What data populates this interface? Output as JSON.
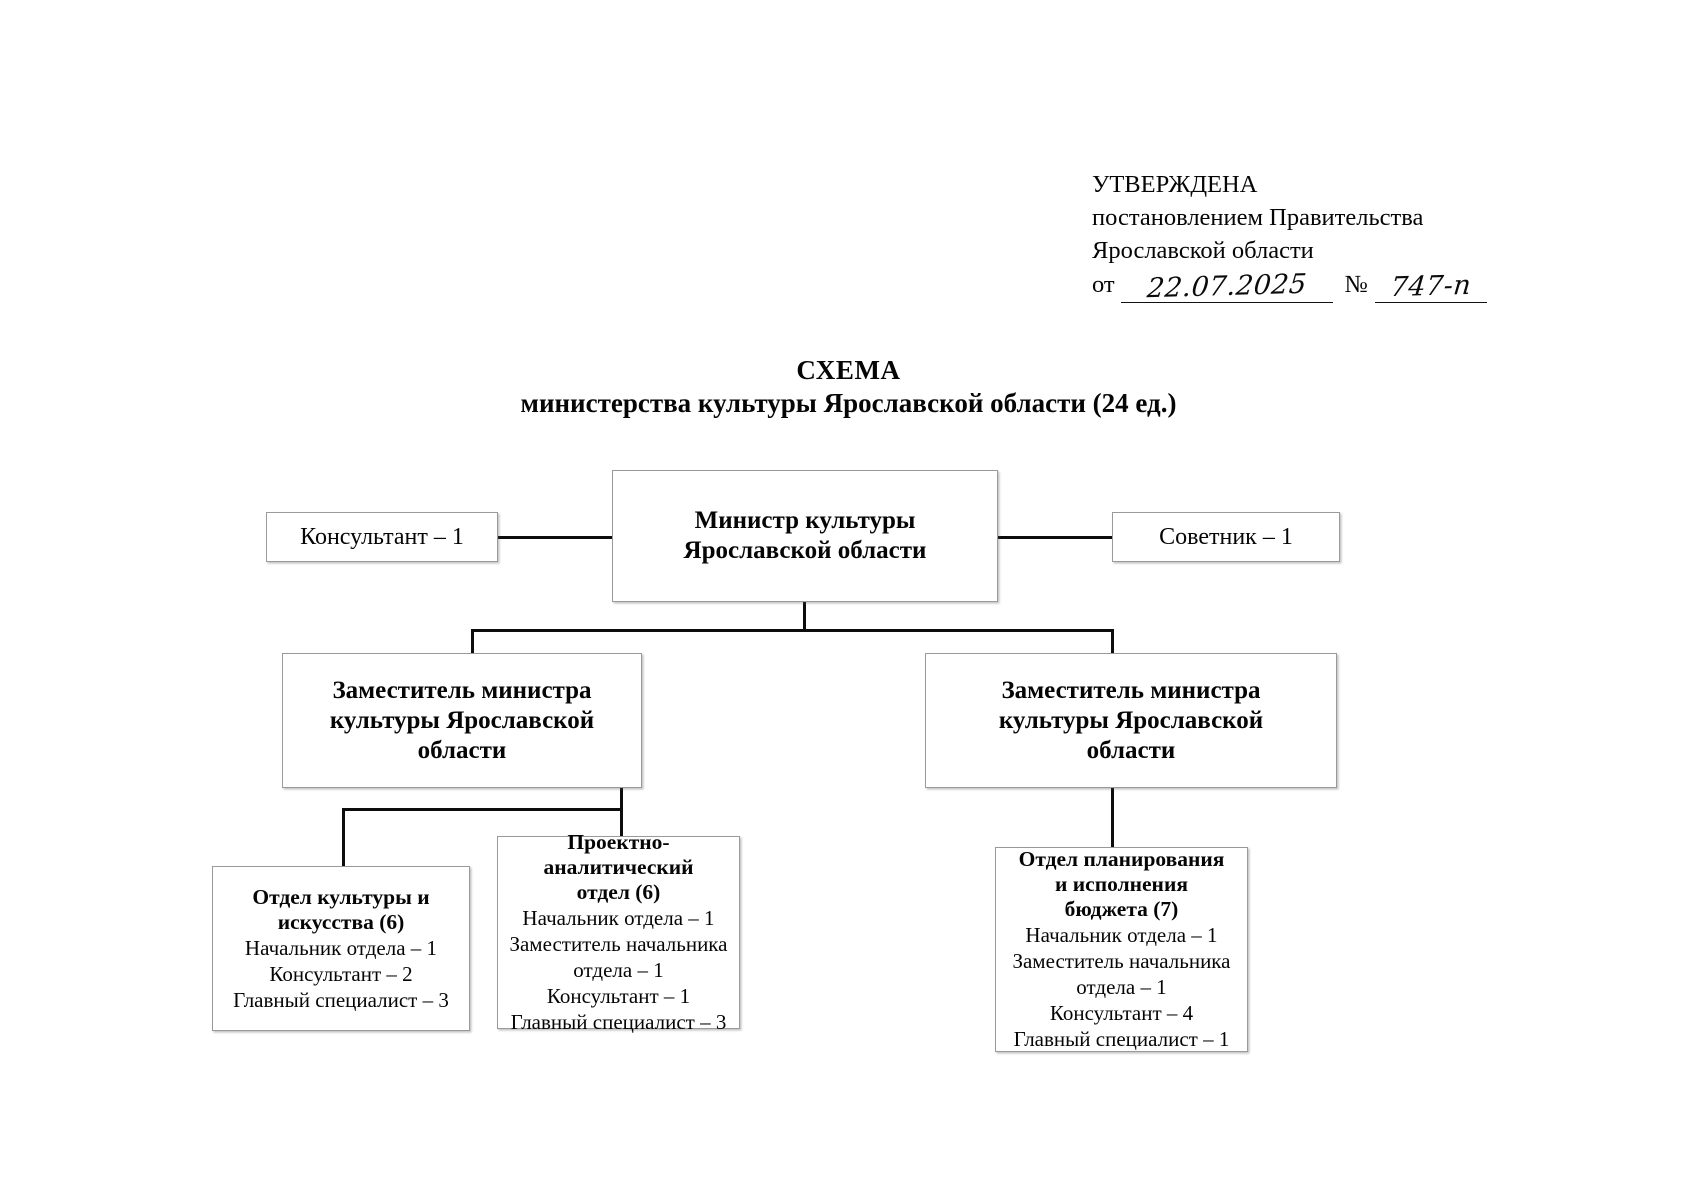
{
  "approval": {
    "line1": "УТВЕРЖДЕНА",
    "line2": "постановлением Правительства",
    "line3": "Ярославской области",
    "from_label": "от",
    "date_value": "22.07.2025",
    "number_label": "№",
    "number_value": "747-п"
  },
  "title": "СХЕМА",
  "subtitle": "министерства культуры Ярославской области (24 ед.)",
  "chart_data": {
    "type": "diagram",
    "title": "СХЕМА министерства культуры Ярославской области (24 ед.)",
    "total_units": "24 ед.",
    "nodes": [
      {
        "id": "minister",
        "heading_line1": "Министр культуры",
        "heading_line2": "Ярославской области",
        "level": 0
      },
      {
        "id": "consultant",
        "heading_line1": "Консультант – 1",
        "level": 0
      },
      {
        "id": "advisor",
        "heading_line1": "Советник – 1",
        "level": 0
      },
      {
        "id": "deputy-1",
        "heading_line1": "Заместитель министра",
        "heading_line2": "культуры Ярославской",
        "heading_line3": "области",
        "level": 1
      },
      {
        "id": "deputy-2",
        "heading_line1": "Заместитель министра",
        "heading_line2": "культуры Ярославской",
        "heading_line3": "области",
        "level": 1
      },
      {
        "id": "dept-culture",
        "heading_line1": "Отдел культуры и",
        "heading_line2": "искусства (6)",
        "level": 2,
        "roles": [
          "Начальник отдела – 1",
          "Консультант – 2",
          "Главный специалист – 3"
        ]
      },
      {
        "id": "dept-project",
        "heading_line1": "Проектно-",
        "heading_line2": "аналитический",
        "heading_line3": "отдел (6)",
        "level": 2,
        "roles": [
          "Начальник отдела – 1",
          "Заместитель начальника отдела – 1",
          "Консультант – 1",
          "Главный специалист – 3"
        ]
      },
      {
        "id": "dept-budget",
        "heading_line1": "Отдел планирования",
        "heading_line2": "и исполнения",
        "heading_line3": "бюджета (7)",
        "level": 2,
        "roles": [
          "Начальник отдела – 1",
          "Заместитель начальника отдела – 1",
          "Консультант – 4",
          "Главный специалист – 1"
        ]
      }
    ],
    "edges": [
      {
        "from": "consultant",
        "to": "minister"
      },
      {
        "from": "minister",
        "to": "advisor"
      },
      {
        "from": "minister",
        "to": "deputy-1"
      },
      {
        "from": "minister",
        "to": "deputy-2"
      },
      {
        "from": "deputy-1",
        "to": "dept-culture"
      },
      {
        "from": "deputy-1",
        "to": "dept-project"
      },
      {
        "from": "deputy-2",
        "to": "dept-budget"
      }
    ]
  }
}
